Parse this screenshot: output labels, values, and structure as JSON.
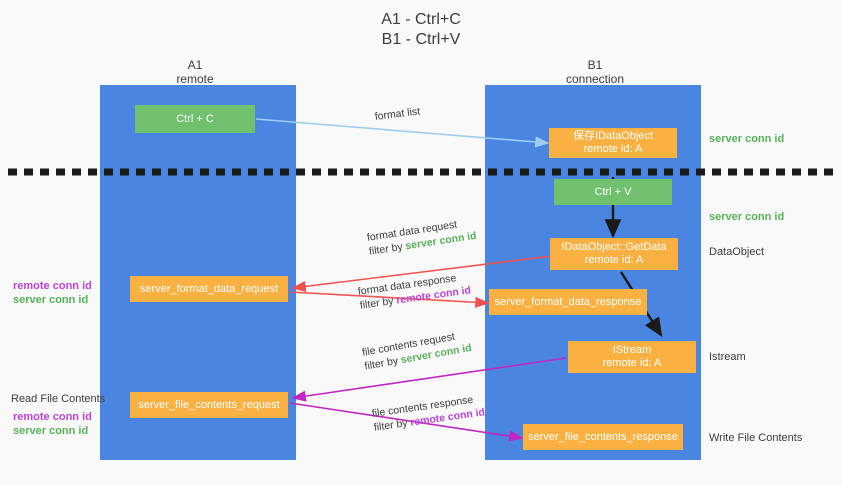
{
  "diagram": {
    "title_line1": "A1 - Ctrl+C",
    "title_line2": "B1 - Ctrl+V",
    "colors": {
      "background": "#f9f9f9",
      "lane": "#4a85e1",
      "box_green": "#70c06e",
      "box_orange": "#fbb042",
      "text_dark": "#3c3c3c",
      "green_text": "#58b159",
      "purple_text": "#bb44d8",
      "arrow_lightblue": "#9ecdf0",
      "arrow_red": "#ef5350",
      "arrow_magenta": "#c026c0",
      "arrow_black": "#1a1a1a",
      "divider": "#1a1a1a"
    },
    "lanes": [
      {
        "id": "a1",
        "title": "A1",
        "subtitle": "remote"
      },
      {
        "id": "b1",
        "title": "B1",
        "subtitle": "connection"
      }
    ],
    "nodes": [
      {
        "id": "ctrl-c",
        "lane": "a1",
        "type": "green",
        "line1": "Ctrl + C",
        "line2": ""
      },
      {
        "id": "save-idataobject",
        "lane": "b1",
        "type": "orange",
        "line1": "保存IDataObject",
        "line2": "remote id: A"
      },
      {
        "id": "ctrl-v",
        "lane": "b1",
        "type": "green",
        "line1": "Ctrl + V",
        "line2": ""
      },
      {
        "id": "getdata",
        "lane": "b1",
        "type": "orange",
        "line1": "IDataObject::GetData",
        "line2": "remote id: A"
      },
      {
        "id": "fmt-req",
        "lane": "a1",
        "type": "orange",
        "line1": "server_format_data_request",
        "line2": ""
      },
      {
        "id": "fmt-resp",
        "lane": "b1",
        "type": "orange",
        "line1": "server_format_data_response",
        "line2": ""
      },
      {
        "id": "istream",
        "lane": "b1",
        "type": "orange",
        "line1": "IStream",
        "line2": "remote id: A"
      },
      {
        "id": "file-req",
        "lane": "a1",
        "type": "orange",
        "line1": "server_file_contents_request",
        "line2": ""
      },
      {
        "id": "file-resp",
        "lane": "b1",
        "type": "orange",
        "line1": "server_file_contents_response",
        "line2": ""
      }
    ],
    "right_notes": [
      {
        "id": "note-server-conn-1",
        "text": "server conn id",
        "style": "green"
      },
      {
        "id": "note-server-conn-2",
        "text": "server conn id",
        "style": "green"
      },
      {
        "id": "note-dataobject",
        "text": "DataObject",
        "style": "plain"
      },
      {
        "id": "note-istream",
        "text": "Istream",
        "style": "plain"
      },
      {
        "id": "note-write-file",
        "text": "Write File Contents",
        "style": "plain"
      }
    ],
    "left_notes": [
      {
        "id": "note-fmt-remote",
        "text": "remote conn id",
        "style": "purple"
      },
      {
        "id": "note-fmt-server",
        "text": "server conn id",
        "style": "green"
      },
      {
        "id": "note-read-file",
        "text": "Read File Contents",
        "style": "plain"
      },
      {
        "id": "note-file-remote",
        "text": "remote conn id",
        "style": "purple"
      },
      {
        "id": "note-file-server",
        "text": "server conn id",
        "style": "green"
      }
    ],
    "edge_labels": [
      {
        "id": "edge-format-list",
        "line1_plain": "format list",
        "line2_plain": "",
        "line2_accent": "",
        "accent": ""
      },
      {
        "id": "edge-format-data-req",
        "line1_plain": "format data request",
        "line2_plain": "filter by ",
        "line2_accent": "server conn id",
        "accent": "green"
      },
      {
        "id": "edge-format-data-resp",
        "line1_plain": "format data response",
        "line2_plain": "filter by ",
        "line2_accent": "remote conn id",
        "accent": "purple"
      },
      {
        "id": "edge-file-req",
        "line1_plain": "file contents request",
        "line2_plain": "filter by ",
        "line2_accent": "server conn id",
        "accent": "green"
      },
      {
        "id": "edge-file-resp",
        "line1_plain": "file contents response",
        "line2_plain": "filter by ",
        "line2_accent": "remote conn id",
        "accent": "purple"
      }
    ]
  }
}
